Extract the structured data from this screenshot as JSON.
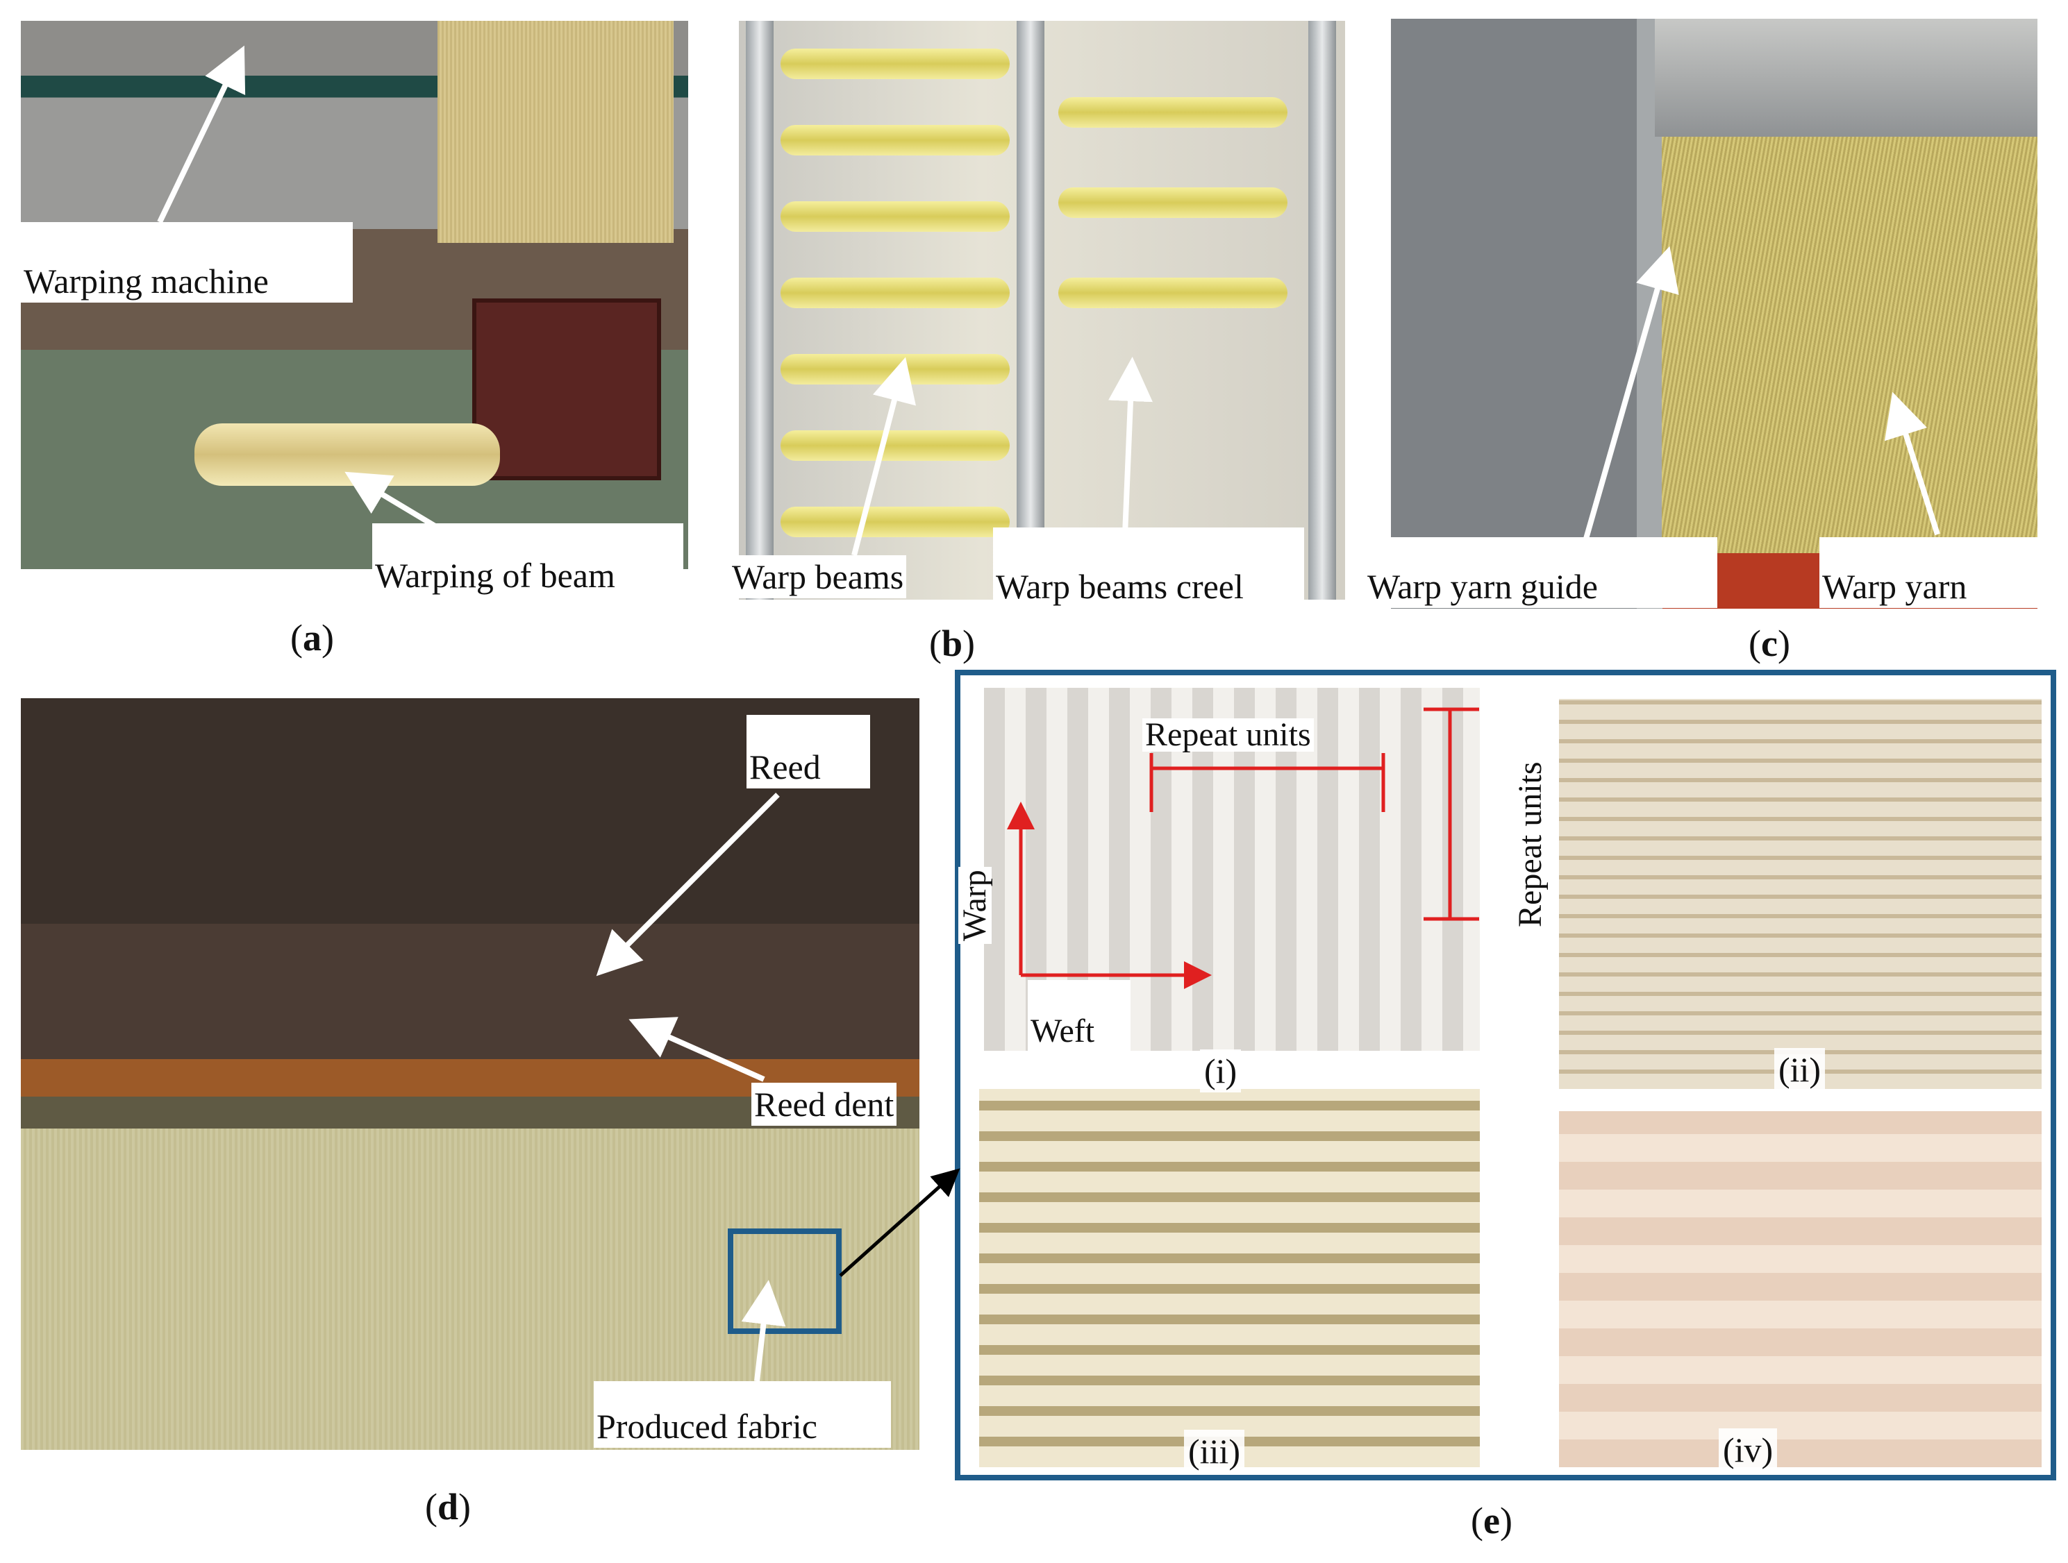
{
  "panels": {
    "a": {
      "caption": "a",
      "labels": {
        "warping_machine": "Warping machine",
        "warping_of_beam": "Warping of beam"
      }
    },
    "b": {
      "caption": "b",
      "labels": {
        "warp_beams": "Warp beams",
        "warp_beams_creel": "Warp beams creel"
      }
    },
    "c": {
      "caption": "c",
      "labels": {
        "warp_yarn_guide": "Warp yarn guide",
        "warp_yarn": "Warp yarn"
      }
    },
    "d": {
      "caption": "d",
      "labels": {
        "reed": "Reed",
        "reed_dent": "Reed dent",
        "produced_fabric": "Produced fabric"
      }
    },
    "e": {
      "caption": "e",
      "subpanels": [
        "(i)",
        "(ii)",
        "(iii)",
        "(iv)"
      ],
      "labels": {
        "repeat_units": "Repeat units",
        "warp": "Warp",
        "weft": "Weft",
        "repeat_units_vertical": "Repeat units"
      }
    }
  },
  "colors": {
    "highlight_box": "#1f5c8a",
    "repeat_marker": "#e02020",
    "arrow": "#ffffff"
  }
}
